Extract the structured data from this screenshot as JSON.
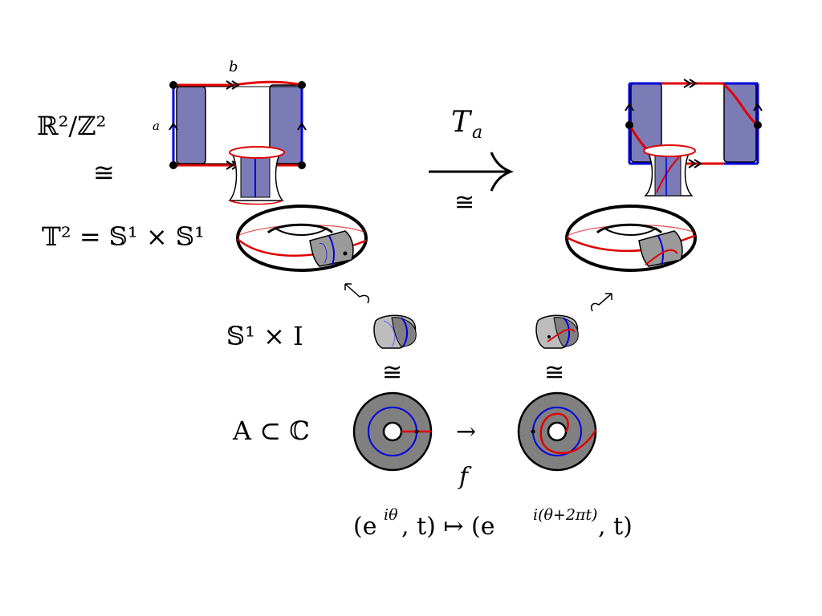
{
  "labels": {
    "quotient": "ℝ²/ℤ²",
    "cong_left": "≅",
    "torus": "𝕋² = 𝕊¹ × 𝕊¹",
    "cylinder": "𝕊¹ × I",
    "annulus": "A ⊂ ℂ",
    "edge_a": "a",
    "edge_b": "b",
    "twist": "T",
    "twist_sub": "a",
    "cong_twist": "≅",
    "cong_mid_left": "≅",
    "cong_mid_right": "≅",
    "map_f": "f",
    "map_arrow": "→",
    "formula": "(e^{iθ}, t) ↦ (e^{i(θ+2πt)}, t)",
    "formula_left": "(e",
    "formula_left_exp": "iθ",
    "formula_left_rest": ", t) ↦ (e",
    "formula_right_exp": "i(θ+2πt)",
    "formula_right_rest": ", t)"
  },
  "colors": {
    "red": "#e00000",
    "blue": "#0000dd",
    "lavender": "#7b7bb5",
    "gray": "#808080",
    "lightgray": "#bdbdbd",
    "black": "#000000"
  }
}
